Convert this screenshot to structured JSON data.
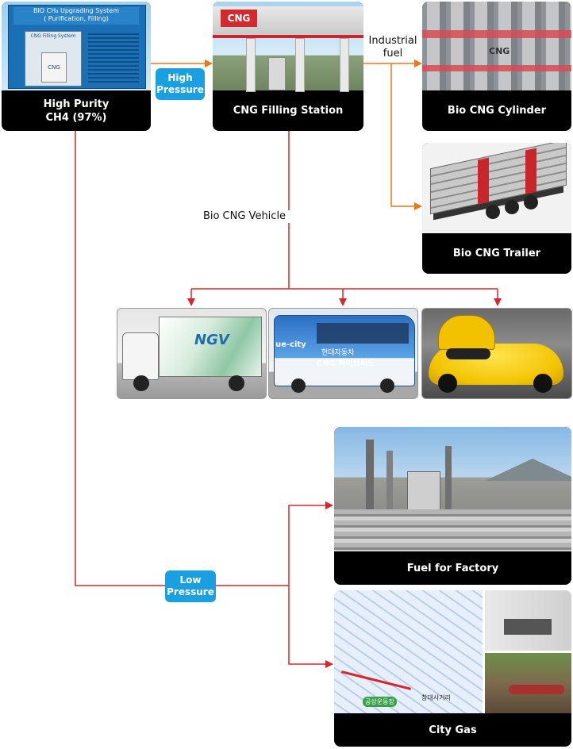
{
  "nodes": {
    "upgrading": {
      "caption_line1": "High Purity",
      "caption_line2": "CH4 (97%)",
      "sign_line1": "BIO CH₄ Upgrading System",
      "sign_line2": "( Purification, Filling)",
      "panel_label": "CNG Filling System",
      "drum_label": "CNG"
    },
    "station": {
      "caption": "CNG Filling Station",
      "sign": "CNG"
    },
    "cylinder": {
      "caption": "Bio CNG Cylinder",
      "tank_label": "CNG"
    },
    "trailer": {
      "caption": "Bio CNG Trailer"
    },
    "factory": {
      "caption": "Fuel for Factory"
    },
    "citygas": {
      "caption": "City Gas"
    }
  },
  "labels": {
    "high_pressure_line1": "High",
    "high_pressure_line2": "Pressure",
    "low_pressure_line1": "Low",
    "low_pressure_line2": "Pressure",
    "industrial_line1": "Industrial",
    "industrial_line2": "fuel",
    "vehicle": "Bio CNG Vehicle"
  },
  "vehicles": {
    "truck_text": "NGV",
    "bus_text1": "현대자동차",
    "bus_text2": "CNG 하이브리드",
    "bus_side": "ue-city"
  },
  "map_labels": [
    "공상운동장",
    "창대사거리"
  ],
  "colors": {
    "orange_arrow": "#e87722",
    "red_arrow": "#d9262e",
    "tag_blue": "#1aa0e0",
    "caption_bg": "#000000"
  }
}
